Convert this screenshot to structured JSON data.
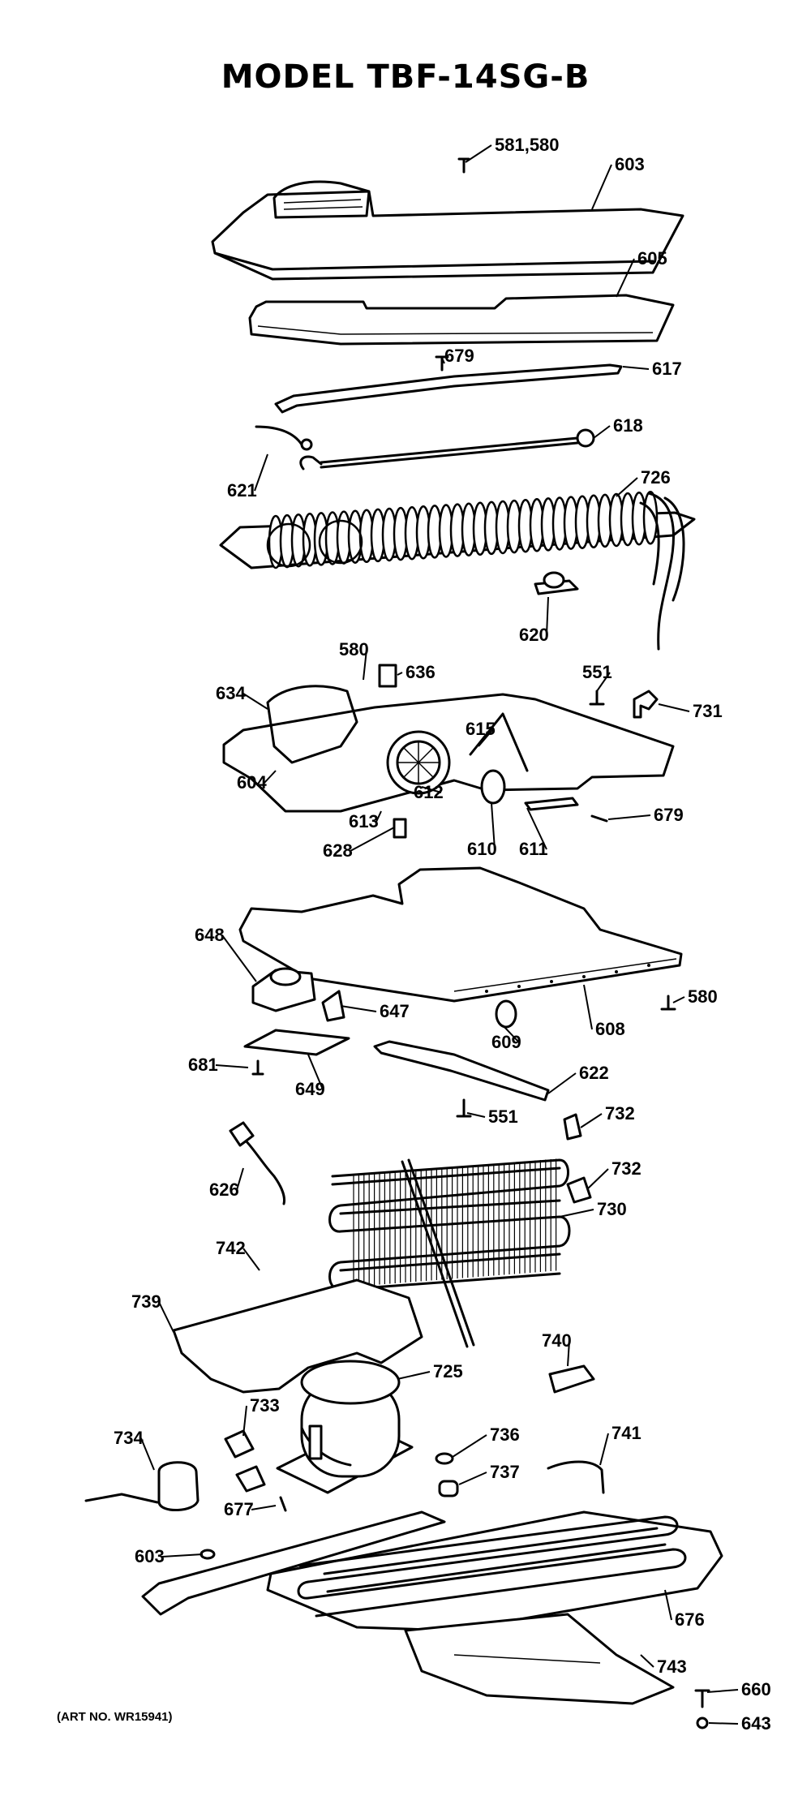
{
  "title": "MODEL TBF-14SG-B",
  "art_number": "(ART NO. WR15941)",
  "callouts": [
    "581,580",
    "603",
    "605",
    "679",
    "617",
    "618",
    "621",
    "726",
    "620",
    "580",
    "636",
    "551",
    "731",
    "634",
    "615",
    "604",
    "612",
    "613",
    "610",
    "611",
    "679",
    "628",
    "648",
    "647",
    "580",
    "608",
    "609",
    "681",
    "649",
    "622",
    "551",
    "732",
    "626",
    "732",
    "730",
    "742",
    "739",
    "740",
    "725",
    "733",
    "736",
    "734",
    "741",
    "737",
    "677",
    "603",
    "676",
    "743",
    "660",
    "643"
  ]
}
